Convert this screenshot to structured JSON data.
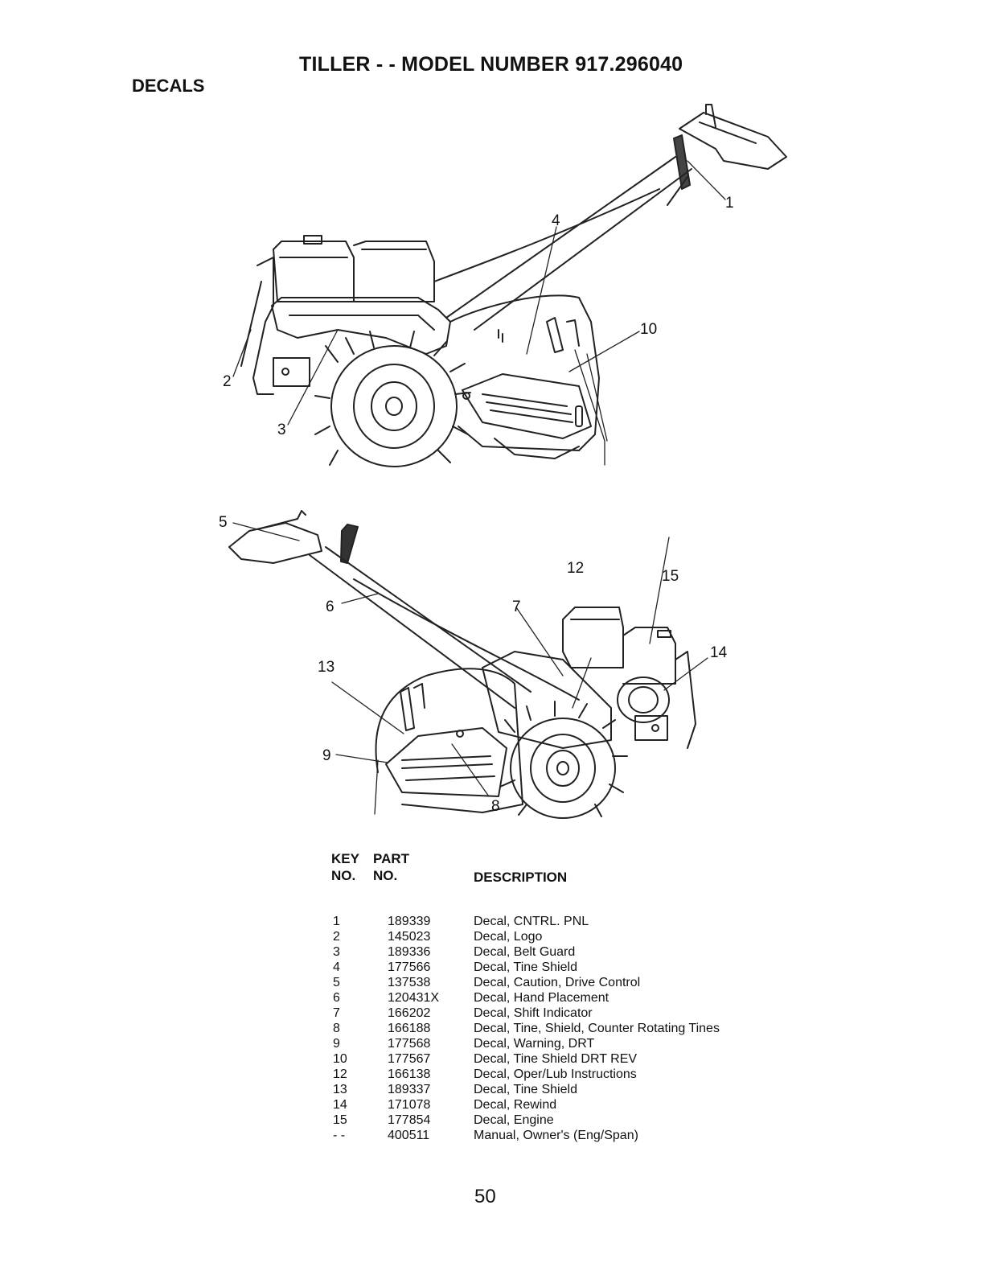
{
  "header": {
    "title": "TILLER - - MODEL NUMBER 917.296040",
    "section": "DECALS"
  },
  "callouts": {
    "top": [
      "1",
      "2",
      "3",
      "4",
      "10"
    ],
    "bottom": [
      "5",
      "6",
      "7",
      "8",
      "9",
      "12",
      "13",
      "14",
      "15"
    ]
  },
  "table": {
    "headers": {
      "key_line1": "KEY",
      "key_line2": "NO.",
      "part_line1": "PART",
      "part_line2": "NO.",
      "description": "DESCRIPTION"
    },
    "rows": [
      {
        "key": "1",
        "part": "189339",
        "desc": "Decal, CNTRL. PNL"
      },
      {
        "key": "2",
        "part": "145023",
        "desc": "Decal, Logo"
      },
      {
        "key": "3",
        "part": "189336",
        "desc": "Decal, Belt Guard"
      },
      {
        "key": "4",
        "part": "177566",
        "desc": "Decal, Tine Shield"
      },
      {
        "key": "5",
        "part": "137538",
        "desc": "Decal, Caution, Drive Control"
      },
      {
        "key": "6",
        "part": "120431X",
        "desc": "Decal, Hand Placement"
      },
      {
        "key": "7",
        "part": "166202",
        "desc": "Decal, Shift Indicator"
      },
      {
        "key": "8",
        "part": "166188",
        "desc": "Decal, Tine, Shield, Counter Rotating Tines"
      },
      {
        "key": "9",
        "part": "177568",
        "desc": "Decal, Warning, DRT"
      },
      {
        "key": "10",
        "part": "177567",
        "desc": "Decal, Tine Shield DRT REV"
      },
      {
        "key": "12",
        "part": "166138",
        "desc": "Decal, Oper/Lub Instructions"
      },
      {
        "key": "13",
        "part": "189337",
        "desc": "Decal, Tine Shield"
      },
      {
        "key": "14",
        "part": "171078",
        "desc": "Decal, Rewind"
      },
      {
        "key": "15",
        "part": "177854",
        "desc": "Decal, Engine"
      },
      {
        "key": "- -",
        "part": "400511",
        "desc": "Manual, Owner's (Eng/Span)"
      }
    ]
  },
  "footer": {
    "page_number": "50"
  }
}
